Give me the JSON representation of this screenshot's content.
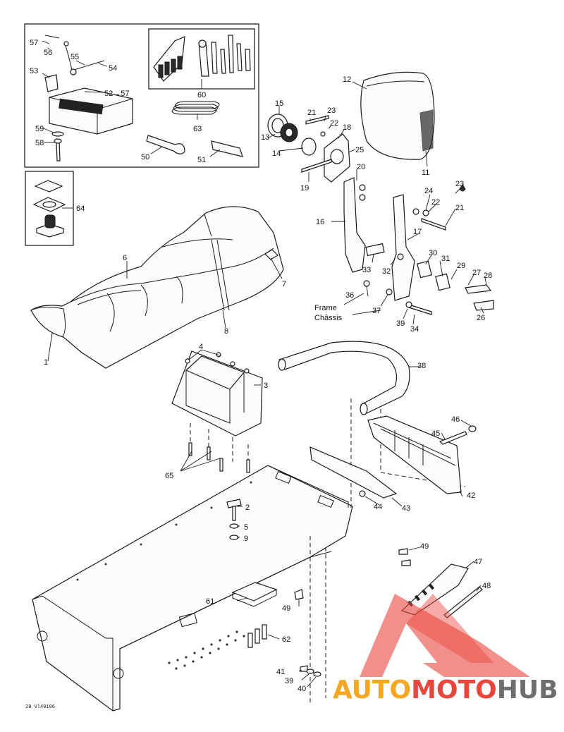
{
  "diagram": {
    "callouts": [
      "1",
      "2",
      "3",
      "4",
      "5",
      "6",
      "7",
      "8",
      "9",
      "11",
      "12",
      "13",
      "14",
      "15",
      "16",
      "17",
      "18",
      "19",
      "20",
      "21",
      "21",
      "22",
      "22",
      "23",
      "23",
      "24",
      "25",
      "26",
      "27",
      "28",
      "29",
      "30",
      "31",
      "32",
      "33",
      "34",
      "36",
      "37",
      "38",
      "39",
      "39",
      "40",
      "41",
      "42",
      "43",
      "44",
      "45",
      "46",
      "47",
      "48",
      "49",
      "49",
      "50",
      "51",
      "52→57",
      "53",
      "54",
      "55",
      "56",
      "57",
      "58",
      "59",
      "60",
      "61",
      "62",
      "63",
      "64",
      "65"
    ],
    "frame_label": "Frame",
    "chassis_label": "Châssis",
    "figure_code": "29 Vl40106"
  },
  "watermark": {
    "part1": "AUTO",
    "part2": "MOTO",
    "part3": "HUB",
    "color_orange": "#f5a623",
    "color_red": "#e8463c",
    "color_gray": "#6e6e6e"
  }
}
